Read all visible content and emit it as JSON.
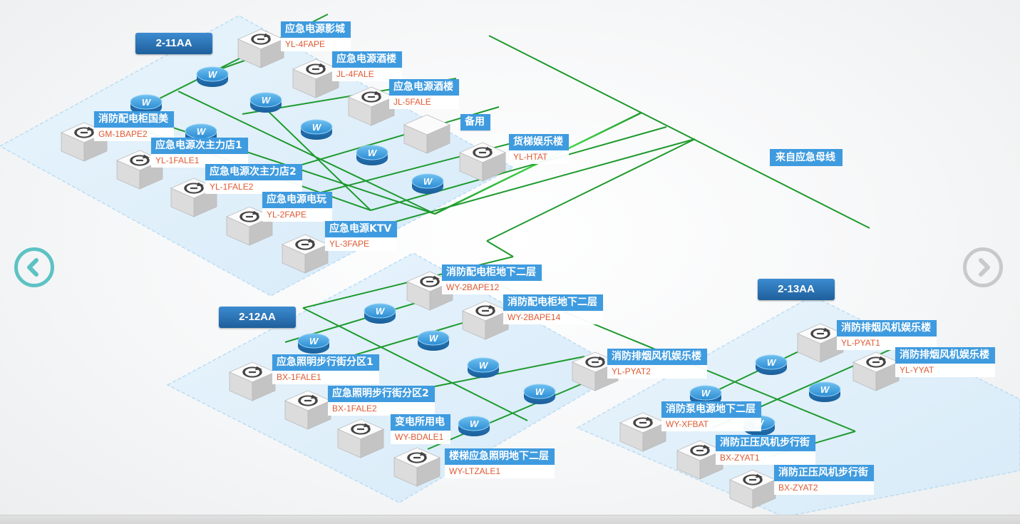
{
  "groups": [
    {
      "id": "g211",
      "tag": "2-11AA"
    },
    {
      "id": "g212",
      "tag": "2-12AA"
    },
    {
      "id": "g213",
      "tag": "2-13AA"
    }
  ],
  "bus": {
    "label": "来自应急母线"
  },
  "breaker_symbol": "W",
  "devices": [
    {
      "name": "应急电源影城",
      "code": "YL-4FAPE"
    },
    {
      "name": "应急电源酒楼",
      "code": "JL-4FALE"
    },
    {
      "name": "应急电源酒楼",
      "code": "JL-5FALE"
    },
    {
      "name": "备用",
      "code": ""
    },
    {
      "name": "货梯娱乐楼",
      "code": "YL-HTAT"
    },
    {
      "name": "消防配电柜国美",
      "code": "GM-1BAPE2"
    },
    {
      "name": "应急电源次主力店1",
      "code": "YL-1FALE1"
    },
    {
      "name": "应急电源次主力店2",
      "code": "YL-1FALE2"
    },
    {
      "name": "应急电源电玩",
      "code": "YL-2FAPE"
    },
    {
      "name": "应急电源KTV",
      "code": "YL-3FAPE"
    },
    {
      "name": "消防配电柜地下二层",
      "code": "WY-2BAPE12"
    },
    {
      "name": "消防配电柜地下二层",
      "code": "WY-2BAPE14"
    },
    {
      "name": "消防排烟风机娱乐楼",
      "code": "YL-PYAT2"
    },
    {
      "name": "应急照明步行街分区1",
      "code": "BX-1FALE1"
    },
    {
      "name": "应急照明步行街分区2",
      "code": "BX-1FALE2"
    },
    {
      "name": "变电所用电",
      "code": "WY-BDALE1"
    },
    {
      "name": "楼梯应急照明地下二层",
      "code": "WY-LTZALE1"
    },
    {
      "name": "消防排烟风机娱乐楼",
      "code": "YL-PYAT1"
    },
    {
      "name": "消防排烟风机娱乐楼",
      "code": "YL-YYAT"
    },
    {
      "name": "消防泵电源地下二层",
      "code": "WY-XFBAT"
    },
    {
      "name": "消防正压风机步行街",
      "code": "BX-ZYAT1"
    },
    {
      "name": "消防正压风机步行街",
      "code": "BX-ZYAT2"
    }
  ],
  "nav": {
    "prev_icon": "chevron-left-icon",
    "next_icon": "chevron-right-icon"
  },
  "colors": {
    "label_bg": "#3f9bdf",
    "code_text": "#e05a32",
    "wire": "#1e9a2e",
    "tag_bg": "#2a6fb4",
    "platform": "#dbeefb"
  }
}
